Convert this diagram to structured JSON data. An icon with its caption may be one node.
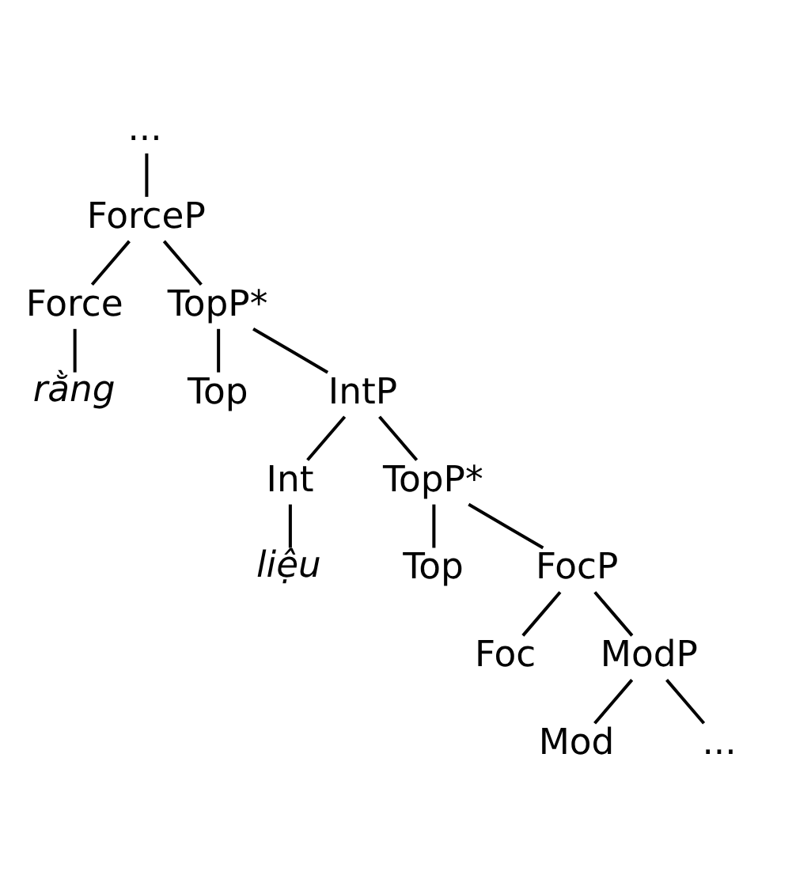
{
  "diagram": {
    "nodes": [
      {
        "text": [
          "..."
        ]
      },
      {
        "text": [
          "ForceP"
        ]
      },
      {
        "text": [
          "Force"
        ]
      },
      {
        "text": [
          "TopP*"
        ]
      },
      {
        "text": [
          "rằng"
        ]
      },
      {
        "text": [
          "Top"
        ]
      },
      {
        "text": [
          "IntP"
        ]
      },
      {
        "text": [
          "Int"
        ]
      },
      {
        "text": [
          "TopP*"
        ]
      },
      {
        "text": [
          "liệu"
        ]
      },
      {
        "text": [
          "Top"
        ]
      },
      {
        "text": [
          "FocP"
        ]
      },
      {
        "text": [
          "Foc"
        ]
      },
      {
        "text": [
          "ModP"
        ]
      },
      {
        "text": [
          "Mod"
        ]
      },
      {
        "text": [
          "..."
        ]
      }
    ],
    "edges": [
      {
        "from": 0,
        "to": 1,
        "arrow": "none"
      },
      {
        "from": 1,
        "to": 2,
        "arrow": "none"
      },
      {
        "from": 1,
        "to": 3,
        "arrow": "none"
      },
      {
        "from": 2,
        "to": 4,
        "arrow": "none"
      },
      {
        "from": 3,
        "to": 5,
        "arrow": "none"
      },
      {
        "from": 3,
        "to": 6,
        "arrow": "none"
      },
      {
        "from": 6,
        "to": 7,
        "arrow": "none"
      },
      {
        "from": 6,
        "to": 8,
        "arrow": "none"
      },
      {
        "from": 7,
        "to": 9,
        "arrow": "none"
      },
      {
        "from": 8,
        "to": 10,
        "arrow": "none"
      },
      {
        "from": 8,
        "to": 11,
        "arrow": "none"
      },
      {
        "from": 11,
        "to": 12,
        "arrow": "none"
      },
      {
        "from": 11,
        "to": 13,
        "arrow": "none"
      },
      {
        "from": 13,
        "to": 14,
        "arrow": "none"
      },
      {
        "from": 13,
        "to": 15,
        "arrow": "none"
      }
    ]
  }
}
